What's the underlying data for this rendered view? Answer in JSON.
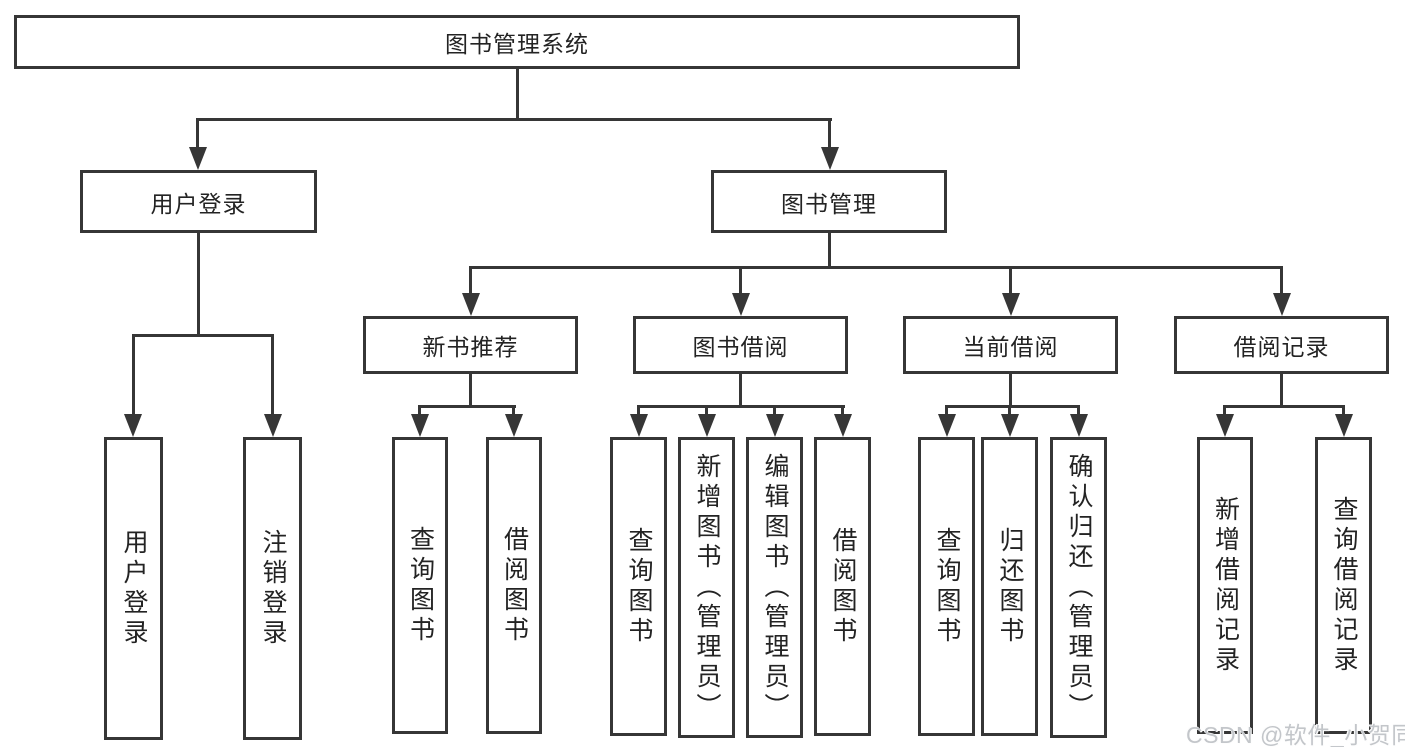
{
  "diagram": {
    "root": {
      "label": "图书管理系统"
    },
    "branches": [
      {
        "label": "用户登录",
        "children": [
          {
            "label": "用户登录"
          },
          {
            "label": "注销登录"
          }
        ]
      },
      {
        "label": "图书管理",
        "groups": [
          {
            "label": "新书推荐",
            "children": [
              {
                "label": "查询图书"
              },
              {
                "label": "借阅图书"
              }
            ]
          },
          {
            "label": "图书借阅",
            "children": [
              {
                "label": "查询图书"
              },
              {
                "label": "新增图书（管理员）"
              },
              {
                "label": "编辑图书（管理员）"
              },
              {
                "label": "借阅图书"
              }
            ]
          },
          {
            "label": "当前借阅",
            "children": [
              {
                "label": "查询图书"
              },
              {
                "label": "归还图书"
              },
              {
                "label": "确认归还（管理员）"
              }
            ]
          },
          {
            "label": "借阅记录",
            "children": [
              {
                "label": "新增借阅记录"
              },
              {
                "label": "查询借阅记录"
              }
            ]
          }
        ]
      }
    ]
  },
  "watermark": {
    "text": "CSDN @软件_小贺同学"
  },
  "colors": {
    "ink": "#363636",
    "watermark": "#c3c6ca"
  }
}
